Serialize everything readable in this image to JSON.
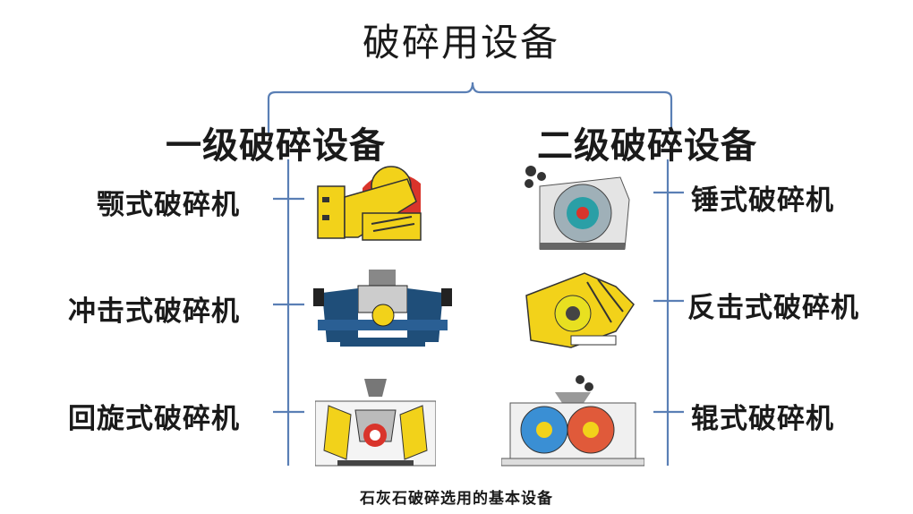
{
  "title": "破碎用设备",
  "branches": [
    {
      "label": "一级破碎设备",
      "items": [
        {
          "label": "颚式破碎机",
          "icon": "jaw-crusher-illustration"
        },
        {
          "label": "冲击式破碎机",
          "icon": "impact-crusher-illustration"
        },
        {
          "label": "回旋式破碎机",
          "icon": "gyratory-crusher-illustration"
        }
      ]
    },
    {
      "label": "二级破碎设备",
      "items": [
        {
          "label": "锤式破碎机",
          "icon": "hammer-crusher-illustration"
        },
        {
          "label": "反击式破碎机",
          "icon": "counterattack-crusher-illustration"
        },
        {
          "label": "辊式破碎机",
          "icon": "roller-crusher-illustration"
        }
      ]
    }
  ],
  "caption": "石灰石破碎选用的基本设备",
  "colors": {
    "connector": "#5a7fb5",
    "jaw_yellow": "#f2d21a",
    "jaw_red": "#d9342b",
    "impact_blue": "#1f4e79",
    "hammer_teal": "#2a9fa6",
    "roller_blue": "#3a8fd4",
    "roller_red": "#e05a3a"
  }
}
